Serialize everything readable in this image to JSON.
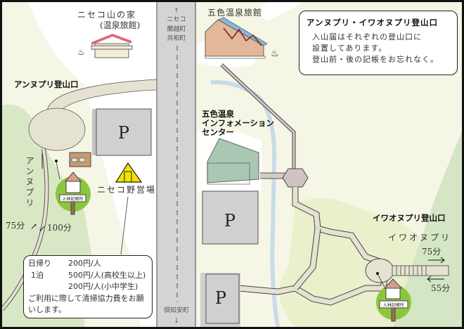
{
  "road": {
    "north_arrow": "↑",
    "north_towns": [
      "ニセコ",
      "蘭越町",
      "共和町"
    ],
    "south_town": "倶知安町",
    "south_arrow": "↓"
  },
  "places": {
    "niseko_yamanoie": "ニセコ山の家",
    "niseko_yamanoie_sub": "(温泉旅館)",
    "goshiki_ryokan": "五色温泉旅館",
    "info_center": [
      "五色温泉",
      "インフォメーション",
      "センター"
    ],
    "campsite": "ニセコ野営場",
    "parking": "P",
    "annupuri_trailhead": "アンヌプリ登山口",
    "iwaonupuri_trailhead": "イワオヌプリ登山口",
    "register_sign": "入林記帳所"
  },
  "trails": {
    "annupuri": "アンヌプリ",
    "annupuri_up": "75分",
    "annupuri_down": "100分",
    "iwaonupuri": "イワオヌプリ",
    "iwaonupuri_up": "75分",
    "iwaonupuri_down": "55分"
  },
  "info_box": {
    "title": "アンヌプリ・イワオヌプリ登山口",
    "lines": [
      "入山届はそれぞれの登山口に",
      "設置してあります。",
      "登山前・後の記帳をお忘れなく。"
    ]
  },
  "fee_box": {
    "day_label": "日帰り",
    "day_price": "200円/人",
    "night_label": "1泊",
    "night_adult": "500円/人(高校生以上)",
    "night_child": "200円/人(小中学生)",
    "note": "ご利用に際して清掃協力費をお願いします。"
  },
  "colors": {
    "green_zone": "#d9e8c4",
    "cream": "#f6f6e6",
    "road": "#d4d4d4",
    "trail": "#e6e2d2",
    "river": "#c8dce8",
    "sign_green": "#8cc63f",
    "tent": "#f2e200"
  }
}
